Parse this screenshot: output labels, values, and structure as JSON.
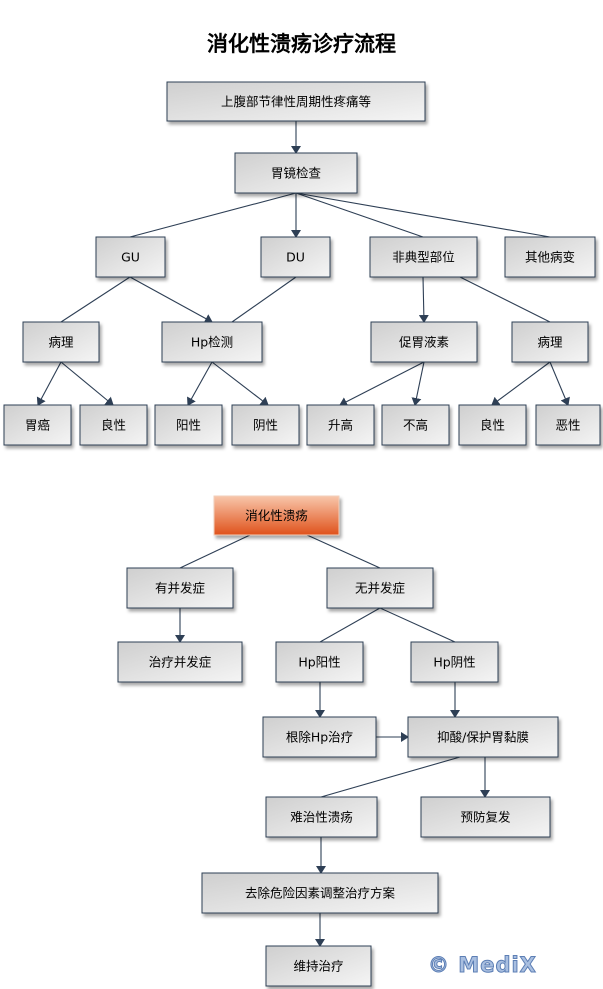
{
  "title": "消化性溃疡诊疗流程",
  "watermark": "© MediX",
  "colors": {
    "box_border": "#2e3f55",
    "box_fill_start": "#d0d0d0",
    "box_fill_end": "#f4f4f4",
    "highlight_start": "#f7c3a6",
    "highlight_end": "#e0541c",
    "edge": "#2e3f55"
  },
  "diagnosis": {
    "nodes": [
      {
        "id": "root",
        "label": "上腹部节律性周期性疼痛等"
      },
      {
        "id": "endoscopy",
        "label": "胃镜检查"
      },
      {
        "id": "gu",
        "label": "GU"
      },
      {
        "id": "du",
        "label": "DU"
      },
      {
        "id": "atypical",
        "label": "非典型部位"
      },
      {
        "id": "other",
        "label": "其他病变"
      },
      {
        "id": "patho1",
        "label": "病理"
      },
      {
        "id": "hp_test",
        "label": "Hp检测"
      },
      {
        "id": "gastrin",
        "label": "促胃液素"
      },
      {
        "id": "patho2",
        "label": "病理"
      },
      {
        "id": "cancer",
        "label": "胃癌"
      },
      {
        "id": "benign1",
        "label": "良性"
      },
      {
        "id": "positive",
        "label": "阳性"
      },
      {
        "id": "negative",
        "label": "阴性"
      },
      {
        "id": "elevated",
        "label": "升高"
      },
      {
        "id": "not_elevated",
        "label": "不高"
      },
      {
        "id": "benign2",
        "label": "良性"
      },
      {
        "id": "malignant",
        "label": "恶性"
      }
    ]
  },
  "treatment": {
    "nodes": [
      {
        "id": "pu",
        "label": "消化性溃疡",
        "highlight": true
      },
      {
        "id": "comp",
        "label": "有并发症"
      },
      {
        "id": "nocomp",
        "label": "无并发症"
      },
      {
        "id": "treat_comp",
        "label": "治疗并发症"
      },
      {
        "id": "hp_pos",
        "label": "Hp阳性"
      },
      {
        "id": "hp_neg",
        "label": "Hp阴性"
      },
      {
        "id": "eradicate",
        "label": "根除Hp治疗"
      },
      {
        "id": "acid",
        "label": "抑酸/保护胃黏膜"
      },
      {
        "id": "refractory",
        "label": "难治性溃疡"
      },
      {
        "id": "prevent",
        "label": "预防复发"
      },
      {
        "id": "adjust",
        "label": "去除危险因素调整治疗方案"
      },
      {
        "id": "maintain",
        "label": "维持治疗"
      }
    ]
  }
}
